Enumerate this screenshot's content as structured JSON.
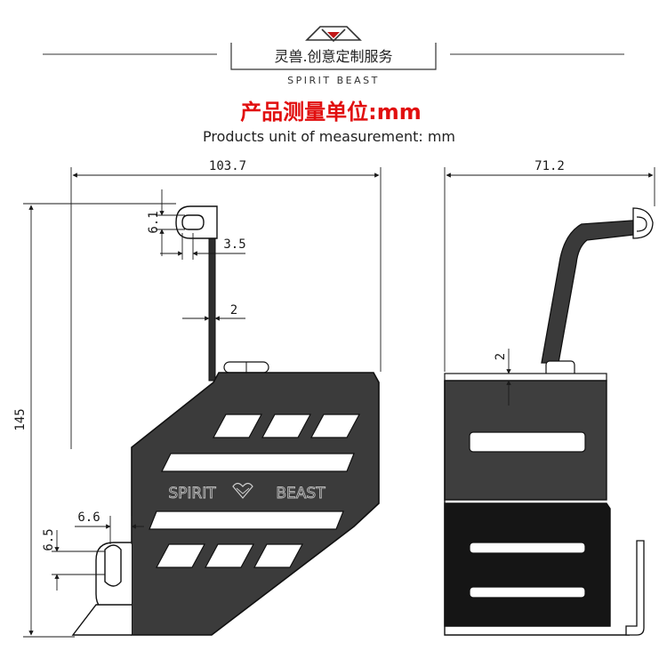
{
  "header": {
    "brand_cn": "灵兽.创意定制服务",
    "brand_en": "SPIRIT BEAST",
    "title_cn": "产品测量单位:mm",
    "title_en": "Products unit of measurement: mm"
  },
  "emboss": {
    "left_word": "SPIRIT",
    "right_word": "BEAST",
    "logo": "heart-logo-icon"
  },
  "colors": {
    "title_red": "#e10f0f",
    "part_fill": "#3c3c3c",
    "part_fill_dark": "#151515",
    "line": "#1a1a1a"
  },
  "dimensions": {
    "front_width": "103.7",
    "front_height": "145",
    "tab_hole": "6.1",
    "tab_offset": "3.5",
    "bracket_thickness": "2",
    "bottom_offset": "6.6",
    "bottom_hole": "6.5",
    "side_width": "71.2",
    "side_thickness": "2"
  }
}
